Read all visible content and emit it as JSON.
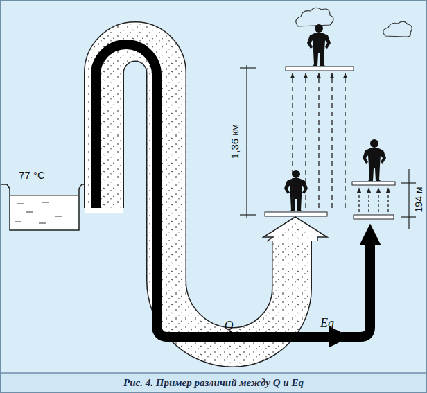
{
  "diagram": {
    "caption": "Рис. 4. Пример различий между Q и Eq",
    "labels": [
      "77 °C",
      "1,36 км",
      "194 м",
      "Q",
      "Eq"
    ]
  }
}
